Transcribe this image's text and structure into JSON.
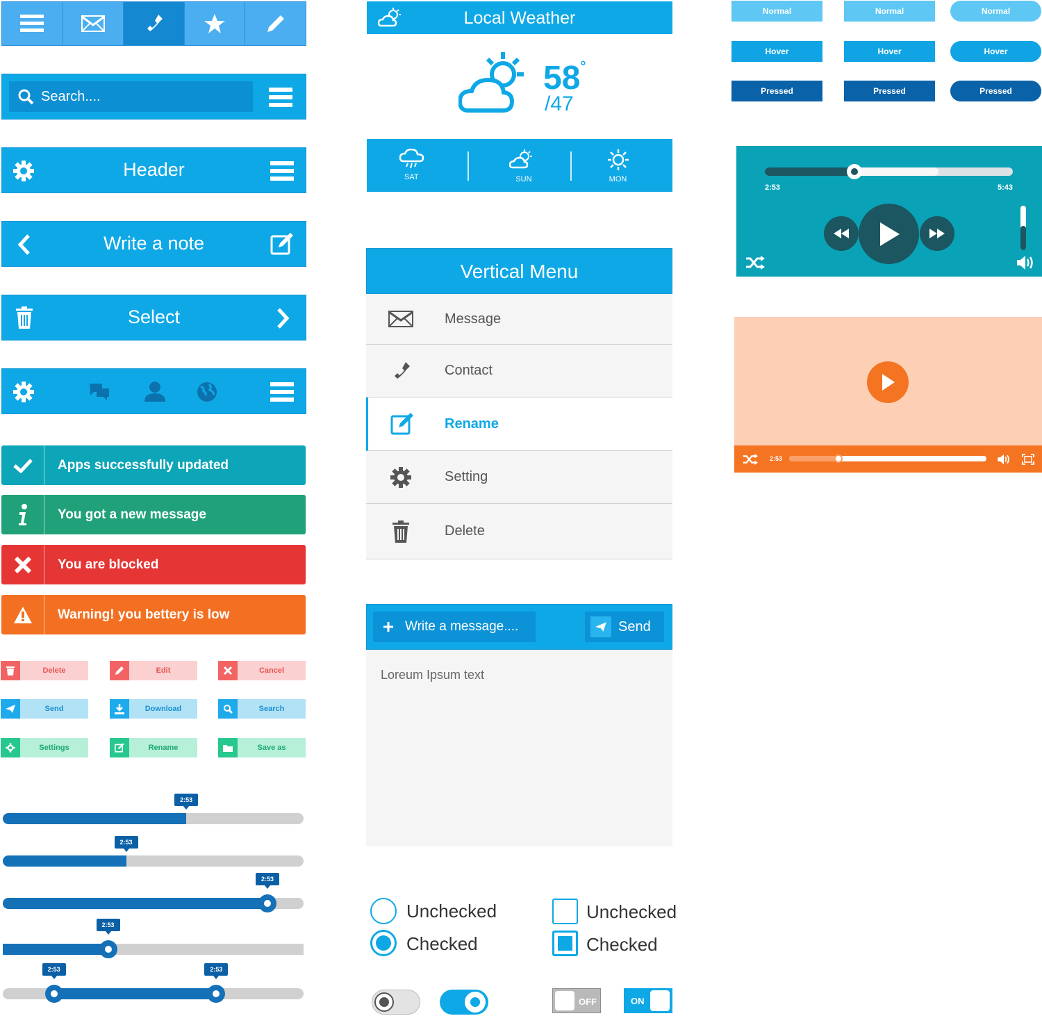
{
  "toolbar": {
    "icons": [
      "menu-icon",
      "mail-icon",
      "phone-icon",
      "star-icon",
      "pencil-icon"
    ],
    "active_index": 2
  },
  "search": {
    "placeholder": "Search...."
  },
  "header_bar": {
    "title": "Header"
  },
  "note_bar": {
    "title": "Write a note"
  },
  "select_bar": {
    "title": "Select"
  },
  "alerts": [
    {
      "text": "Apps successfully updated",
      "color": "#0da5b8"
    },
    {
      "text": "You got a new message",
      "color": "#21a17a"
    },
    {
      "text": "You are blocked",
      "color": "#e63535"
    },
    {
      "text": "Warning! you bettery is low",
      "color": "#f37022"
    }
  ],
  "small_buttons": [
    {
      "label": "Delete"
    },
    {
      "label": "Edit"
    },
    {
      "label": "Cancel"
    },
    {
      "label": "Send"
    },
    {
      "label": "Download"
    },
    {
      "label": "Search"
    },
    {
      "label": "Settings"
    },
    {
      "label": "Rename"
    },
    {
      "label": "Save as"
    }
  ],
  "sliders": {
    "tip": "2:53",
    "fractions": [
      0.61,
      0.41,
      0.88,
      0.35,
      [
        0.17,
        0.71
      ]
    ]
  },
  "weather": {
    "title": "Local Weather",
    "high": "58",
    "degree": "°",
    "low": "/47",
    "days": [
      "SAT",
      "SUN",
      "MON"
    ]
  },
  "vertical_menu": {
    "title": "Vertical Menu",
    "items": [
      {
        "label": "Message",
        "icon": "mail-icon"
      },
      {
        "label": "Contact",
        "icon": "phone-icon"
      },
      {
        "label": "Rename",
        "icon": "edit-icon",
        "active": true
      },
      {
        "label": "Setting",
        "icon": "gear-icon"
      },
      {
        "label": "Delete",
        "icon": "trash-icon"
      }
    ]
  },
  "composer": {
    "placeholder": "Write a message....",
    "send": "Send",
    "body": "Loreum Ipsum text"
  },
  "choices": {
    "unchecked": "Unchecked",
    "checked": "Checked"
  },
  "toggles": {
    "off": "OFF",
    "on": "ON"
  },
  "state_buttons": {
    "normal": "Normal",
    "hover": "Hover",
    "pressed": "Pressed"
  },
  "audio_player": {
    "current": "2:53",
    "total": "5:43",
    "progress": 0.36,
    "volume": 0.55
  },
  "video_player": {
    "current": "2:53",
    "progress": 0.25
  }
}
